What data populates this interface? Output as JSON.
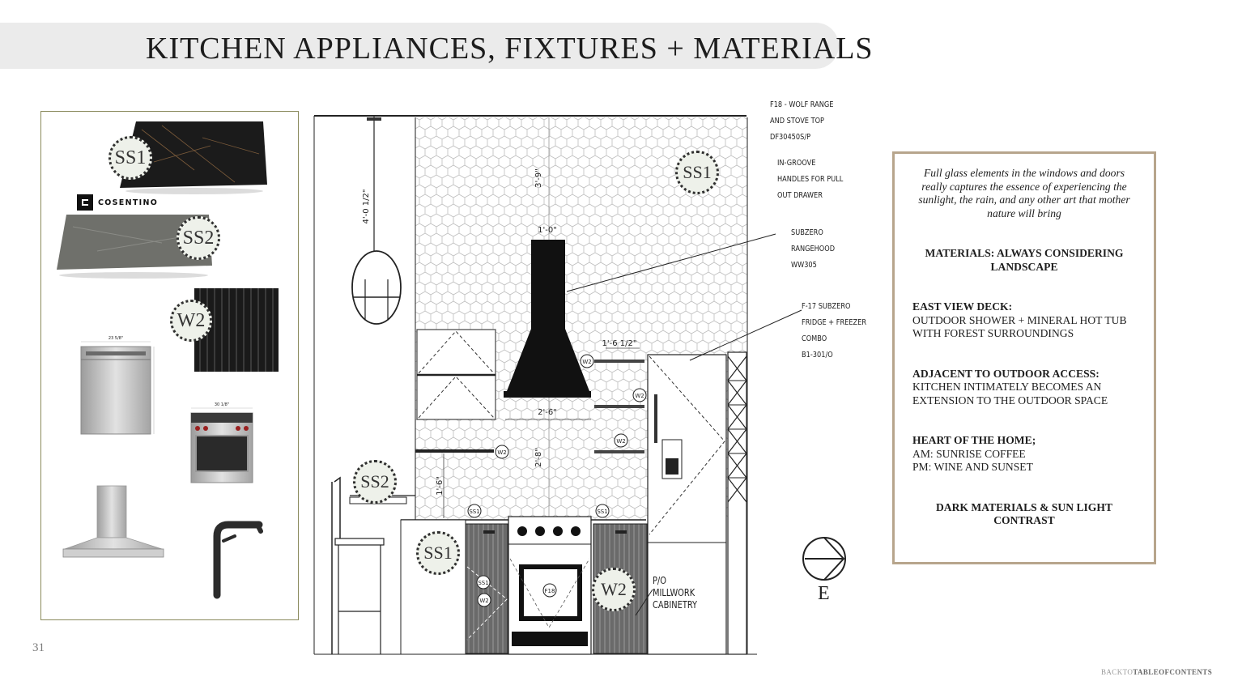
{
  "page": {
    "title": "KITCHEN APPLIANCES, FIXTURES + MATERIALS",
    "page_number": "31",
    "back_link_prefix": "BACKTO",
    "back_link_bold": "TABLEOFCONTENTS"
  },
  "materials_board": {
    "brand": "COSENTINO",
    "tags": [
      "SS1",
      "SS2",
      "W2"
    ],
    "dishwasher_dim": "23 5/8\"",
    "range_dim": "30 1/8\""
  },
  "elevation": {
    "callouts": [
      {
        "lines": [
          "F18 - WOLF RANGE",
          "AND STOVE TOP",
          "DF30450S/P"
        ]
      },
      {
        "lines": [
          "IN-GROOVE",
          "HANDLES FOR PULL",
          "OUT DRAWER"
        ]
      },
      {
        "lines": [
          "SUBZERO",
          "RANGEHOOD",
          "WW305"
        ]
      },
      {
        "lines": [
          "F-17 SUBZERO",
          "FRIDGE + FREEZER",
          "COMBO",
          "B1-301/O"
        ]
      }
    ],
    "tags": {
      "ss1_backsplash": "SS1",
      "ss2_counter": "SS2",
      "ss1_counter": "SS1",
      "w2_cabinet": "W2"
    },
    "small_tags": {
      "ss1": "SS1",
      "w2": "W2",
      "f18": "F18"
    },
    "dims": {
      "pendant_drop": "4'-0 1/2\"",
      "hood_top": "1'-0\"",
      "hood_height": "3'-9\"",
      "hood_base": "2'-6\"",
      "backsplash": "2'-8\"",
      "shelf": "1'-6 1/2\"",
      "bar": "1'-6\""
    },
    "millwork_note": [
      "P/O",
      "MILLWORK",
      "CABINETRY"
    ],
    "compass_label": "E"
  },
  "notes": {
    "intro": "Full glass elements in the windows and doors really captures the essence of experiencing the sunlight, the rain, and any other art that mother nature will bring",
    "materials_heading": "MATERIALS: ALWAYS CONSIDERING LANDSCAPE",
    "east_heading": "EAST VIEW DECK:",
    "east_body": "OUTDOOR SHOWER + MINERAL HOT TUB WITH FOREST SURROUNDINGS",
    "adjacent_heading": "ADJACENT TO OUTDOOR ACCESS:",
    "adjacent_body": "KITCHEN INTIMATELY BECOMES AN EXTENSION TO THE OUTDOOR SPACE",
    "heart_heading": "HEART OF THE HOME;",
    "heart_line1": "AM: SUNRISE COFFEE",
    "heart_line2": "PM: WINE AND SUNSET",
    "contrast_heading": "DARK MATERIALS & SUN LIGHT CONTRAST"
  }
}
